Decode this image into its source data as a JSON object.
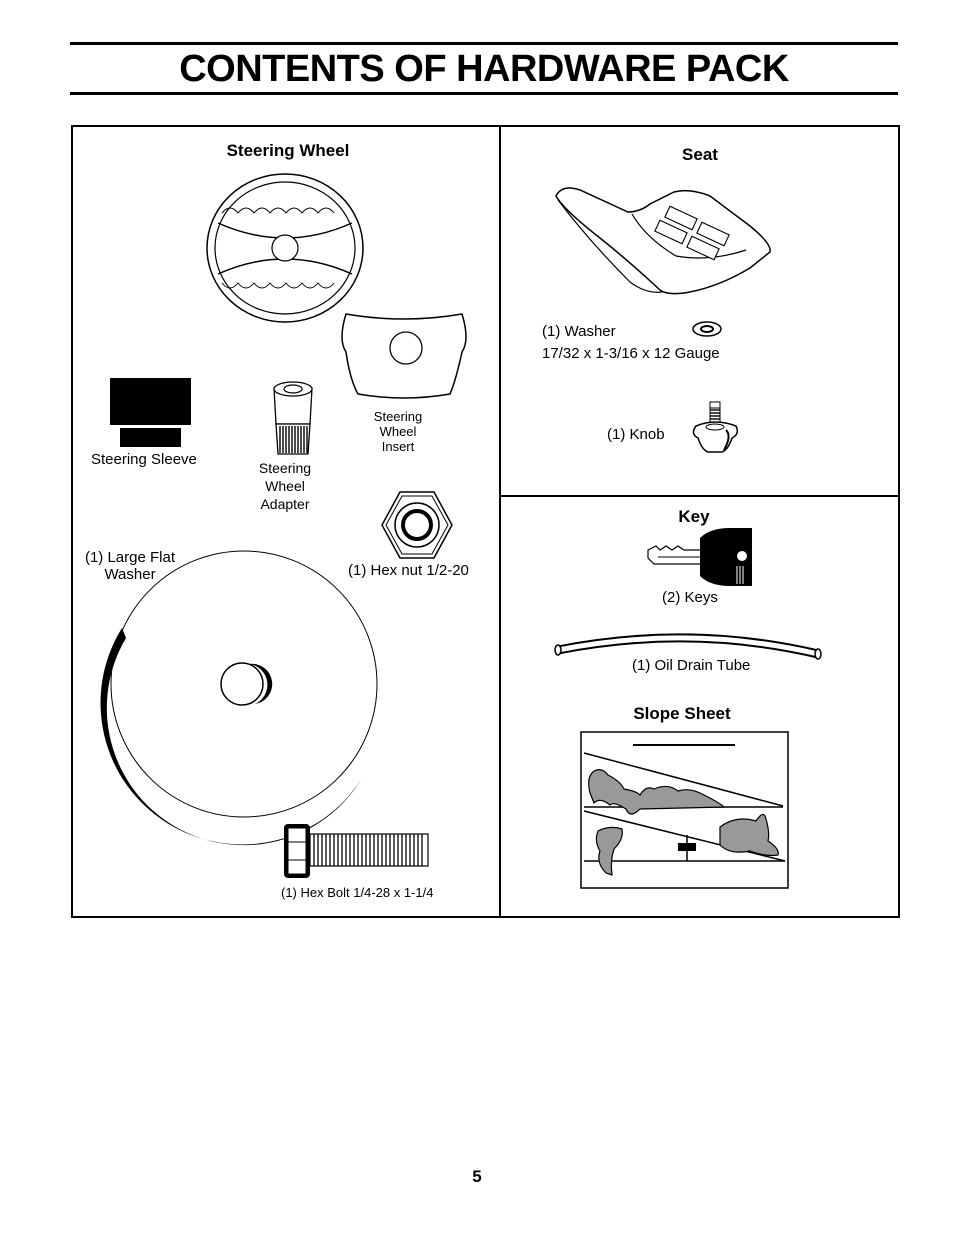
{
  "page": {
    "title": "CONTENTS OF HARDWARE PACK",
    "page_number": "5"
  },
  "left_panel": {
    "steering_wheel_heading": "Steering Wheel",
    "steering_sleeve": "Steering Sleeve",
    "steering_wheel_adapter": [
      "Steering",
      "Wheel",
      "Adapter"
    ],
    "steering_wheel_insert": [
      "Steering",
      "Wheel",
      "Insert"
    ],
    "hex_nut": "(1) Hex nut  1/2-20",
    "large_flat_washer": [
      "(1) Large Flat",
      "Washer"
    ],
    "hex_bolt": "(1) Hex Bolt  1/4-28 x 1-1/4"
  },
  "seat_panel": {
    "heading": "Seat",
    "washer_label": "(1) Washer",
    "washer_spec": "17/32 x 1-3/16 x 12 Gauge",
    "knob": "(1) Knob"
  },
  "key_panel": {
    "heading": "Key",
    "keys": "(2) Keys",
    "oil_drain_tube": "(1) Oil Drain Tube",
    "slope_sheet_heading": "Slope Sheet"
  }
}
